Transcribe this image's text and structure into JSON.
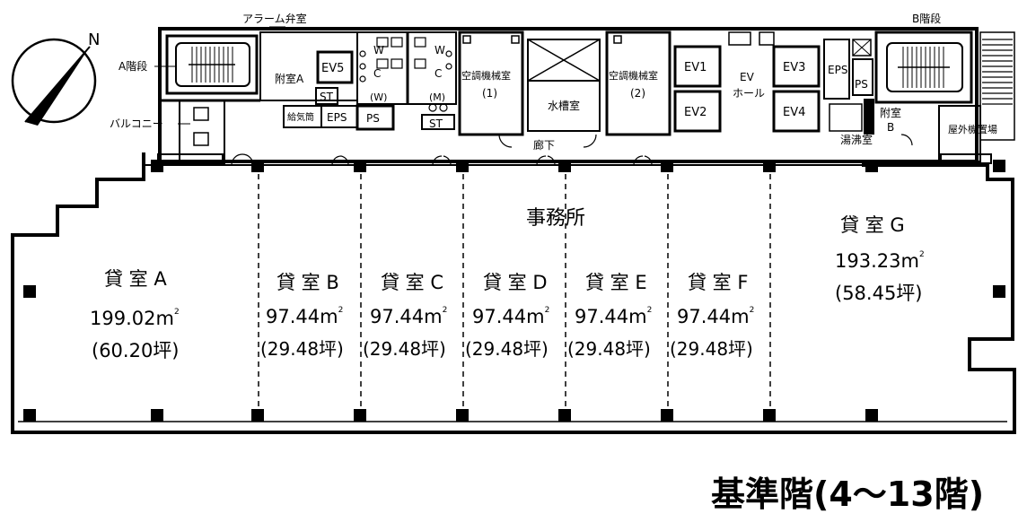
{
  "floor_title": "基準階(4〜13階)",
  "compass": {
    "north": "N"
  },
  "core": {
    "alarm_valve_room": "アラーム弁室",
    "stair_a": "A階段",
    "stair_b": "B階段",
    "balcony": "バルコニー",
    "annex_a": "附室A",
    "annex_b_line1": "附室",
    "annex_b_line2": "B",
    "ev5": "EV5",
    "ev1": "EV1",
    "ev2": "EV2",
    "ev3": "EV3",
    "ev4": "EV4",
    "st_a": "ST",
    "st_b": "ST",
    "supply_air": "給気筒",
    "eps_a": "EPS",
    "ps_a": "PS",
    "eps_b": "EPS",
    "ps_b": "PS",
    "wc_letter_w": "W",
    "wc_letter_c": "C",
    "wc_women": "(W)",
    "wc_men": "(M)",
    "ac_room1_name": "空調機械室",
    "ac_room1_num": "(1)",
    "ac_room2_name": "空調機械室",
    "ac_room2_num": "(2)",
    "water_tank": "水槽室",
    "corridor": "廊下",
    "ev_hall_line1": "EV",
    "ev_hall_line2": "ホール",
    "kitchenette": "湯沸室",
    "outdoor_units": "屋外機置場"
  },
  "office_label": "事務所",
  "rooms": [
    {
      "name": "貸 室  A",
      "area": "199.02m",
      "sup": "2",
      "tsubo": "(60.20坪)"
    },
    {
      "name": "貸 室  B",
      "area": "97.44m",
      "sup": "2",
      "tsubo": "(29.48坪)"
    },
    {
      "name": "貸 室  C",
      "area": "97.44m",
      "sup": "2",
      "tsubo": "(29.48坪)"
    },
    {
      "name": "貸 室  D",
      "area": "97.44m",
      "sup": "2",
      "tsubo": "(29.48坪)"
    },
    {
      "name": "貸 室  E",
      "area": "97.44m",
      "sup": "2",
      "tsubo": "(29.48坪)"
    },
    {
      "name": "貸 室  F",
      "area": "97.44m",
      "sup": "2",
      "tsubo": "(29.48坪)"
    },
    {
      "name": "貸 室  G",
      "area": "193.23m",
      "sup": "2",
      "tsubo": "(58.45坪)"
    }
  ]
}
